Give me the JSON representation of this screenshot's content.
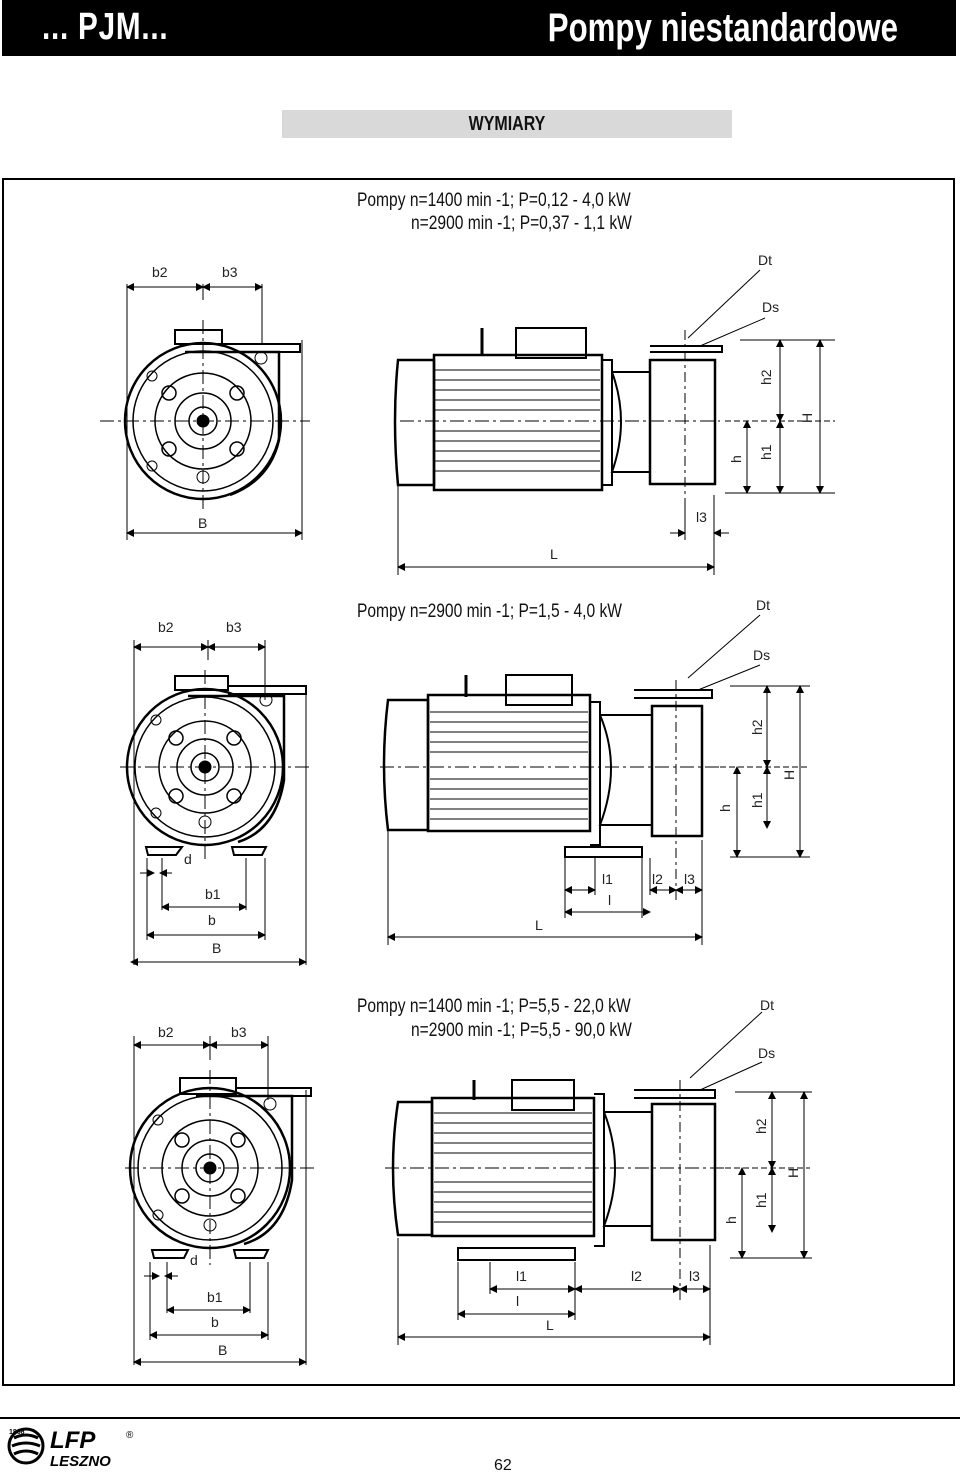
{
  "header": {
    "left": "... PJM...",
    "right": "Pompy niestandardowe"
  },
  "section_title": "WYMIARY",
  "captions": {
    "c1_line1": "Pompy n=1400 min -1; P=0,12 - 4,0 kW",
    "c1_line2": "n=2900 min -1; P=0,37 - 1,1 kW",
    "c2_line1": "Pompy n=2900 min -1; P=1,5 - 4,0 kW",
    "c3_line1": "Pompy n=1400 min -1; P=5,5 - 22,0 kW",
    "c3_line2": "n=2900 min -1; P=5,5 - 90,0 kW"
  },
  "labels": {
    "b2": "b2",
    "b3": "b3",
    "B": "B",
    "b": "b",
    "b1": "b1",
    "d": "d",
    "L": "L",
    "l": "l",
    "l1": "l1",
    "l2": "l2",
    "l3": "l3",
    "Dt": "Dt",
    "Ds": "Ds",
    "h": "h",
    "h1": "h1",
    "h2": "h2",
    "H": "H"
  },
  "logo": {
    "text": "LFP",
    "sub": "LESZNO",
    "year": "1868",
    "reg": "®"
  },
  "page_number": "62"
}
